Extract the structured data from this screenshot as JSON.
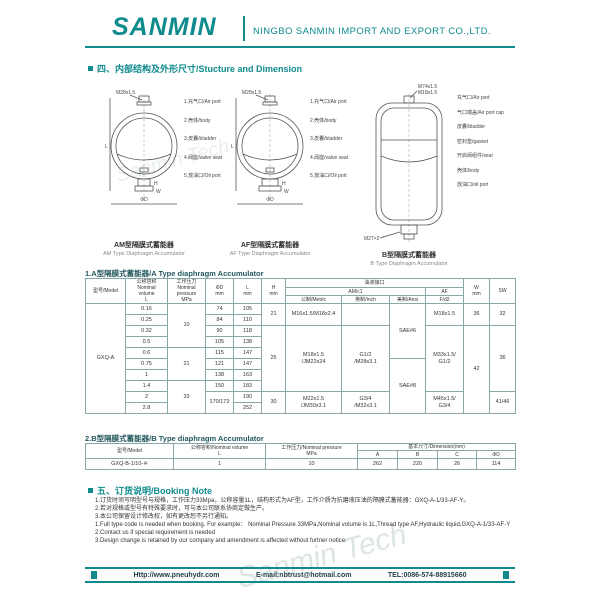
{
  "colors": {
    "accent": "#0f8b8d",
    "table_border": "#88a8a8"
  },
  "watermark": "Sanmin Tech",
  "header": {
    "logo": "SANMIN",
    "company": "NINGBO SANMIN IMPORT AND EXPORT CO.,LTD."
  },
  "section1_title": "四、内部结构及外形尺寸/Stucture and Dimension",
  "diagrams": {
    "dims": {
      "d": "ΦD",
      "l": "L",
      "h": "H",
      "w": "W"
    },
    "am": {
      "thread": "M28x1.5",
      "labels": [
        "1.充气口/Air port",
        "2.壳体/body",
        "3.皮囊/bladder",
        "4.阀座/valve seat",
        "5.放油口/Oil port"
      ],
      "caption_cn": "AM型隔膜式蓄能器",
      "caption_en": "AM Type Diaphragm Accumulator"
    },
    "af": {
      "thread": "M28x1.5",
      "labels": [
        "1.充气口/Air port",
        "2.壳体/body",
        "3.皮囊/bladder",
        "4.阀座/valve seat",
        "5.放油口/Oil port"
      ],
      "caption_cn": "AF型隔膜式蓄能器",
      "caption_en": "AF Type Diaphragm Accumulator"
    },
    "b": {
      "thread1": "M74x1.5",
      "thread2": "M18x1.5",
      "oil_thread": "M27×2",
      "labels": [
        "充气口/Air port",
        "气口端盖/Air port cap",
        "皮囊/bladder",
        "密封垫/gasket",
        "开启阀组件/seal",
        "壳体/body",
        "放油口/oil port"
      ],
      "caption_cn": "B型隔膜式蓄能器",
      "caption_en": "B Type Diaphragm Accumulator"
    }
  },
  "table_a": {
    "title": "1.A型隔膜式蓄能器/A Type diaphragm Accumulator",
    "head": {
      "model": "型号/Model",
      "volume": "公称容积\nNominal\nvolume\nL",
      "pressure": "工作压力\nNominal\npressure\nMPa",
      "d": "ΦD\nmm",
      "l": "L\nmm",
      "h": "H\nmm",
      "port": "油液接口",
      "am": "AM/c1",
      "af": "AF",
      "metric": "公制/Metric",
      "inch": "英制/Inch",
      "ansi": "美制/Ansi",
      "fd2": "F/d2",
      "w": "W\nmm",
      "sw": "SW"
    },
    "model": "GXQ-A",
    "volumes": [
      "0.16",
      "0.25",
      "0.32",
      "0.5",
      "0.6",
      "0.75",
      "1",
      "1.4",
      "2",
      "2.8"
    ],
    "pressures": [
      "10",
      "21",
      "33"
    ],
    "d": [
      "74",
      "84",
      "90",
      "105",
      "115",
      "121",
      "138",
      "150",
      "170/173"
    ],
    "l": [
      "105",
      "110",
      "118",
      "138",
      "147",
      "147",
      "163",
      "183",
      "190",
      "252"
    ],
    "h": [
      "21",
      "25",
      "30"
    ],
    "metric": [
      "M16x1.5/M18x2.4",
      "M18x1.5\n/JM22x24",
      "M22x1.5\n/JM30x3.1"
    ],
    "inch": [
      "",
      "G1/2\n/M28x3.1",
      "G3/4\n/M32x3.1"
    ],
    "ansi": [
      "SAE#6",
      "SAE#8"
    ],
    "af": [
      "M18x1.5",
      "M33x1.5/\nG1/2",
      "M45x1.5/\nG3/4"
    ],
    "w": [
      "36",
      "42"
    ],
    "sw": [
      "32",
      "36",
      "41/46"
    ]
  },
  "table_b": {
    "title": "2.B型隔膜式蓄能器/B Type diaphragm Accumulator",
    "head": {
      "model": "型号/Model",
      "volume": "公称容积/Nominal volume\nL",
      "pressure": "工作压力/Nominal pressure\nMPa",
      "dims": "基本尺寸/Dimension(mm)",
      "a": "A",
      "b": "B",
      "c": "C",
      "d": "ΦD"
    },
    "row": {
      "model": "GXQ-B-1/10-※",
      "volume": "1",
      "pressure": "10",
      "a": "262",
      "b": "220",
      "c": "26",
      "d": "114"
    }
  },
  "booking": {
    "title": "五、订货说明/Booking Note",
    "notes_cn": [
      "1.订货时须写明型号与规格，工作压力33Mpa，公称容量1L，结构形式为AF型，工作介质为抗磨液压油的隔膜式蓄能器：GXQ-A-1/33-AF-Y。",
      "2.若对规格或型号有特殊要求时，可与本公司联系协商定做生产。",
      "3.本公司保留设计修改权，如有更改恕不另行通知。"
    ],
    "notes_en": [
      "1.Full type code is needed when booking.  For example：  Nominal Pressure 33MPa,Nominal volume is 1L,Thread type AF,Hydraulic liquid,GXQ-A-1/33-AF-Y",
      "2.Contact us if special requirement is needed",
      "3.Design change is retained by our company and amendment is affected without furtner notice."
    ]
  },
  "footer": {
    "url": "Http://www.pneuhydr.com",
    "email": "E-mail:nbtrust@hotmail.com",
    "tel": "TEL:0086-574-88915660"
  }
}
